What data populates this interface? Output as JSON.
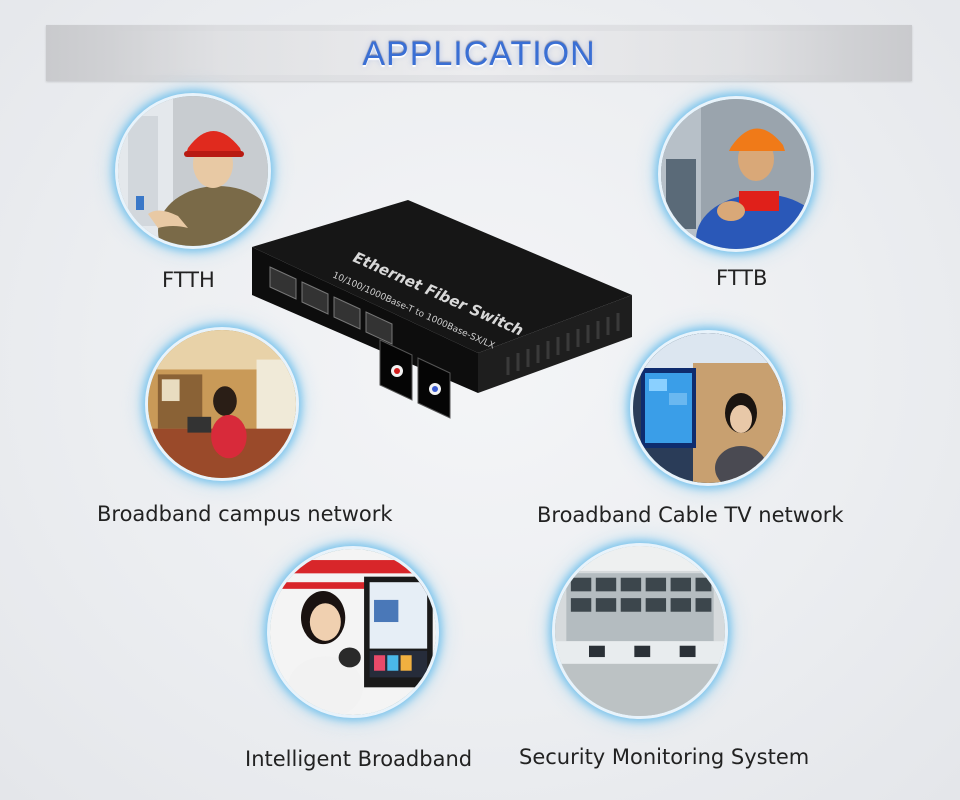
{
  "header": {
    "title": "APPLICATION"
  },
  "device": {
    "name": "Ethernet Fiber Switch",
    "spec": "10/100/1000Base-T to 1000Base-SX/LX"
  },
  "applications": [
    {
      "label": "FTTH",
      "icon": "worker-hardhat-photo"
    },
    {
      "label": "FTTB",
      "icon": "technician-photo"
    },
    {
      "label": "Broadband campus network",
      "icon": "campus-desk-photo"
    },
    {
      "label": "Broadband Cable TV network",
      "icon": "tv-screen-photo"
    },
    {
      "label": "Intelligent Broadband",
      "icon": "smart-tv-photo"
    },
    {
      "label": "Security Monitoring System",
      "icon": "control-room-photo"
    }
  ],
  "colors": {
    "title": "#3a6fd4",
    "circle_glow": "#6ebeeb",
    "device_body": "#161616"
  }
}
